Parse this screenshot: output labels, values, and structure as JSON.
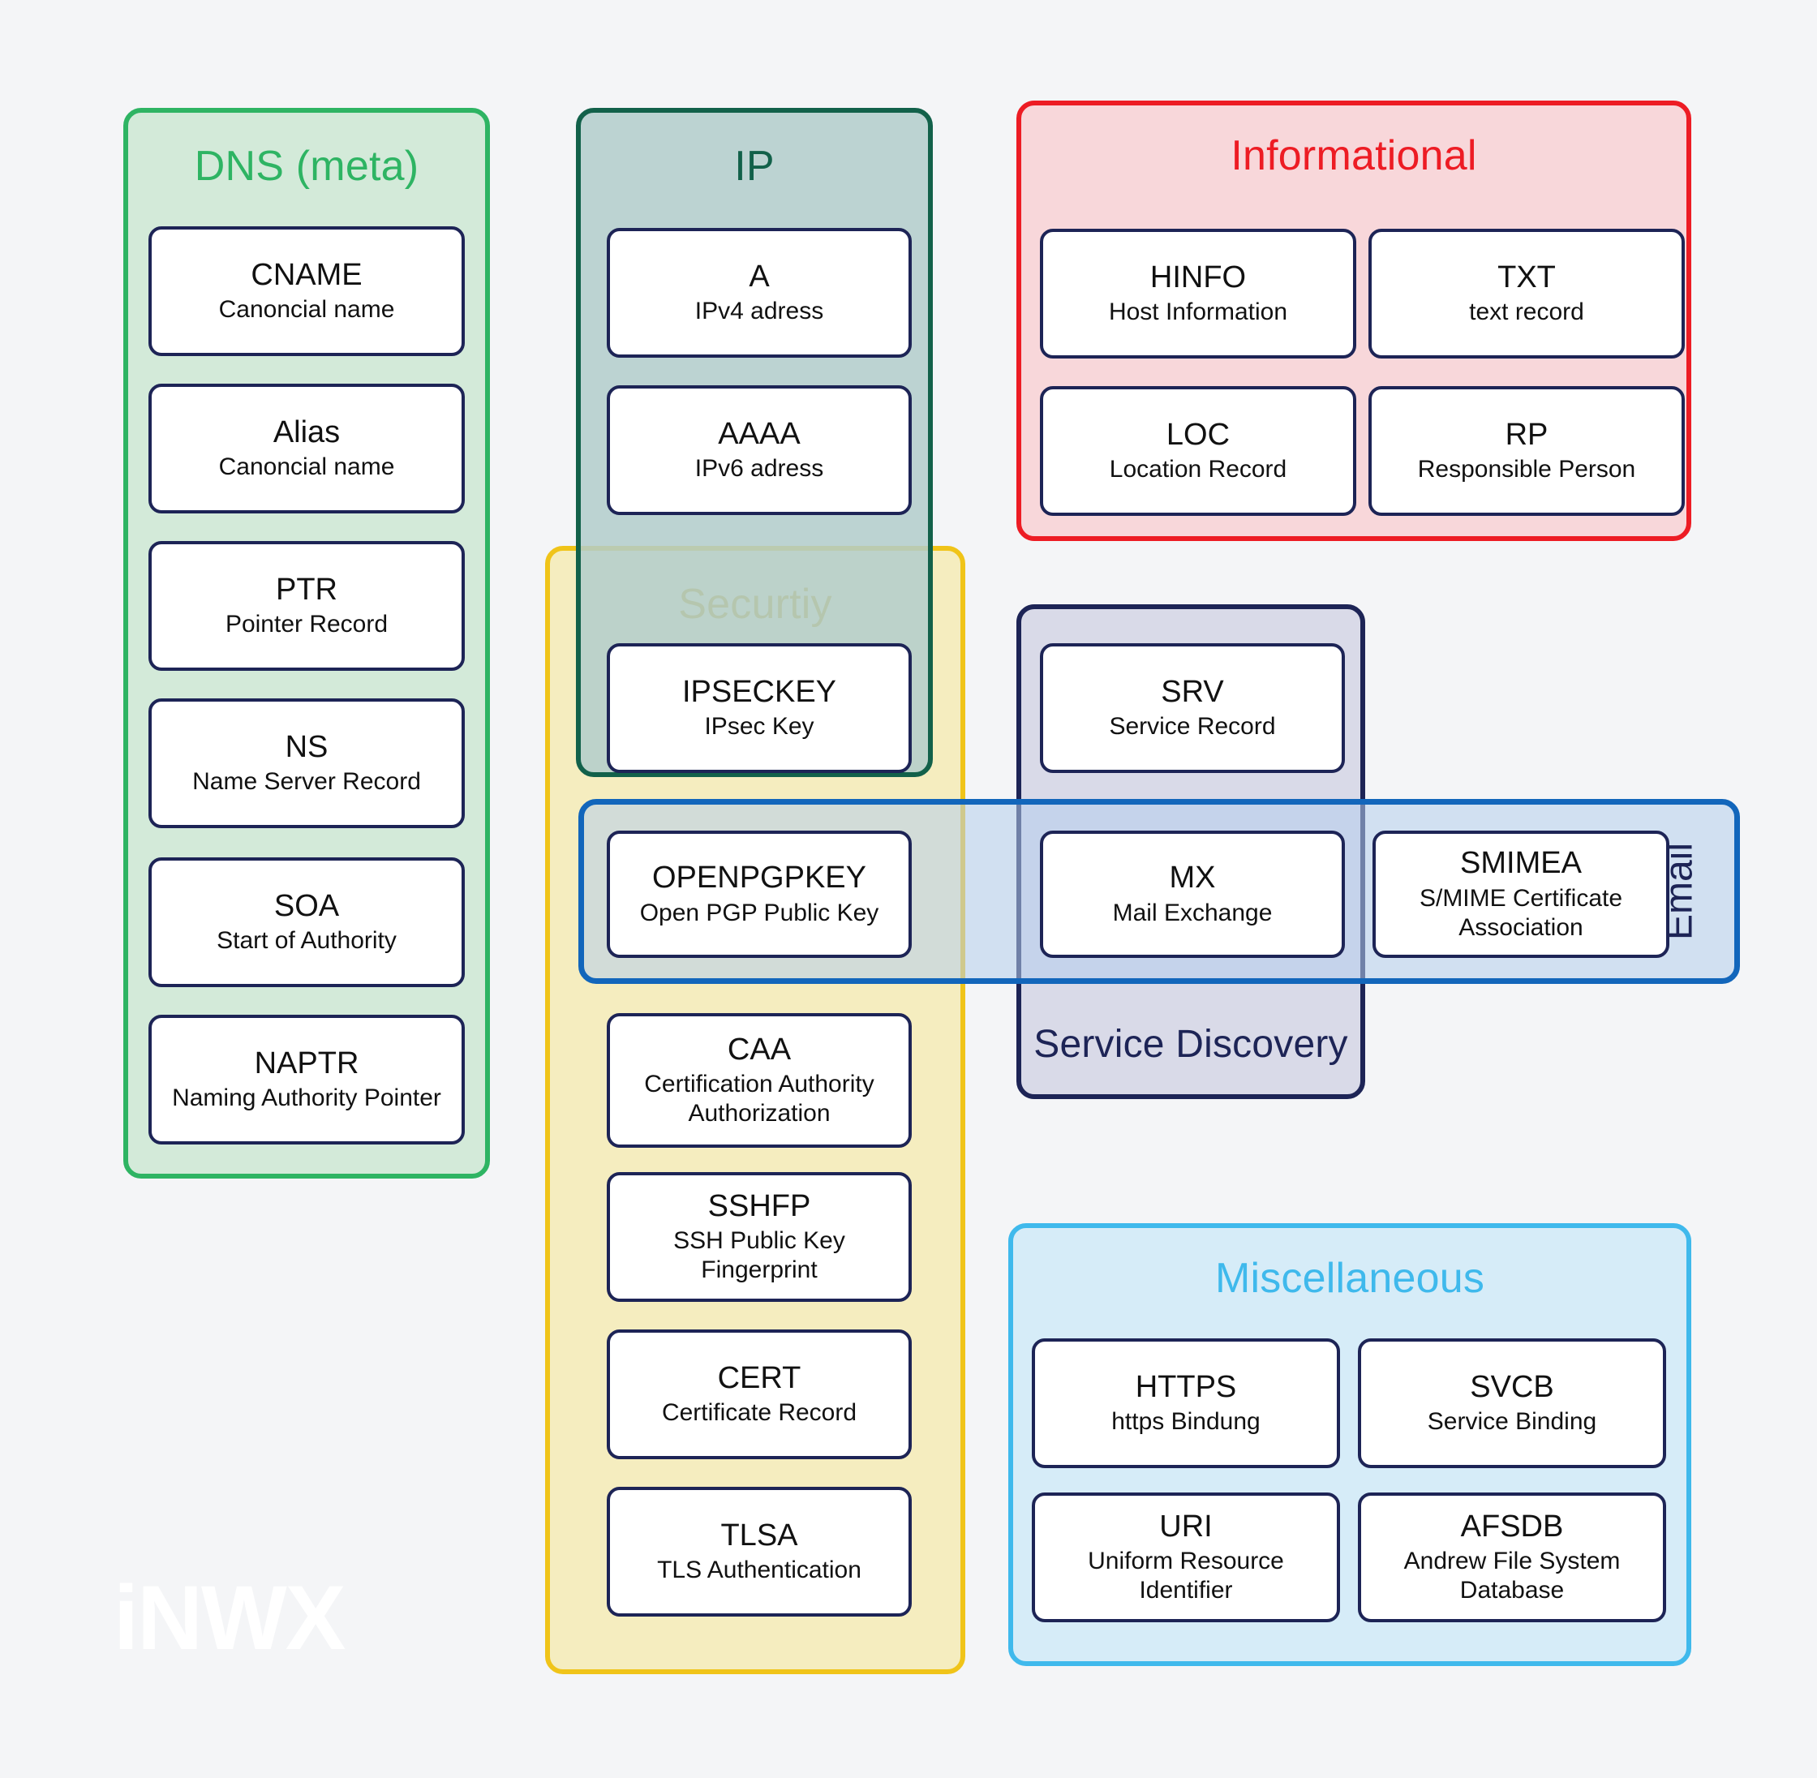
{
  "page": {
    "background_color": "#f4f5f7",
    "watermark": "iNWX"
  },
  "groups": {
    "dns": {
      "title": "DNS (meta)",
      "accent_color": "#2eb463",
      "records": [
        {
          "abbr": "CNAME",
          "desc": "Canoncial name"
        },
        {
          "abbr": "Alias",
          "desc": "Canoncial name"
        },
        {
          "abbr": "PTR",
          "desc": "Pointer Record"
        },
        {
          "abbr": "NS",
          "desc": "Name Server Record"
        },
        {
          "abbr": "SOA",
          "desc": "Start of Authority"
        },
        {
          "abbr": "NAPTR",
          "desc": "Naming Authority Pointer"
        }
      ]
    },
    "ip": {
      "title": "IP",
      "accent_color": "#12614a",
      "records": [
        {
          "abbr": "A",
          "desc": "IPv4 adress"
        },
        {
          "abbr": "AAAA",
          "desc": "IPv6 adress"
        }
      ]
    },
    "security": {
      "title": "Securtiy",
      "accent_color": "#c9a208",
      "records": [
        {
          "abbr": "IPSECKEY",
          "desc": "IPsec Key"
        },
        {
          "abbr": "OPENPGPKEY",
          "desc": "Open PGP Public Key"
        },
        {
          "abbr": "CAA",
          "desc": "Certification Authority Authorization"
        },
        {
          "abbr": "SSHFP",
          "desc": "SSH Public Key Fingerprint"
        },
        {
          "abbr": "CERT",
          "desc": "Certificate Record"
        },
        {
          "abbr": "TLSA",
          "desc": "TLS Authentication"
        }
      ]
    },
    "informational": {
      "title": "Informational",
      "accent_color": "#ed1c24",
      "records": [
        {
          "abbr": "HINFO",
          "desc": "Host Information"
        },
        {
          "abbr": "TXT",
          "desc": "text record"
        },
        {
          "abbr": "LOC",
          "desc": "Location Record"
        },
        {
          "abbr": "RP",
          "desc": "Responsible Person"
        }
      ]
    },
    "service_discovery": {
      "title": "Service Discovery",
      "accent_color": "#1d2456",
      "title_position": "bottom",
      "records": [
        {
          "abbr": "SRV",
          "desc": "Service Record"
        },
        {
          "abbr": "MX",
          "desc": "Mail Exchange"
        }
      ]
    },
    "email": {
      "title": "Email",
      "accent_color": "#1266bb",
      "title_orientation": "vertical",
      "records": [
        {
          "abbr": "SMIMEA",
          "desc": "S/MIME Certificate Association"
        }
      ]
    },
    "miscellaneous": {
      "title": "Miscellaneous",
      "accent_color": "#3fb9ec",
      "records": [
        {
          "abbr": "HTTPS",
          "desc": "https Bindung"
        },
        {
          "abbr": "SVCB",
          "desc": "Service Binding"
        },
        {
          "abbr": "URI",
          "desc": "Uniform Resource Identifier"
        },
        {
          "abbr": "AFSDB",
          "desc": "Andrew File System Database"
        }
      ]
    }
  }
}
